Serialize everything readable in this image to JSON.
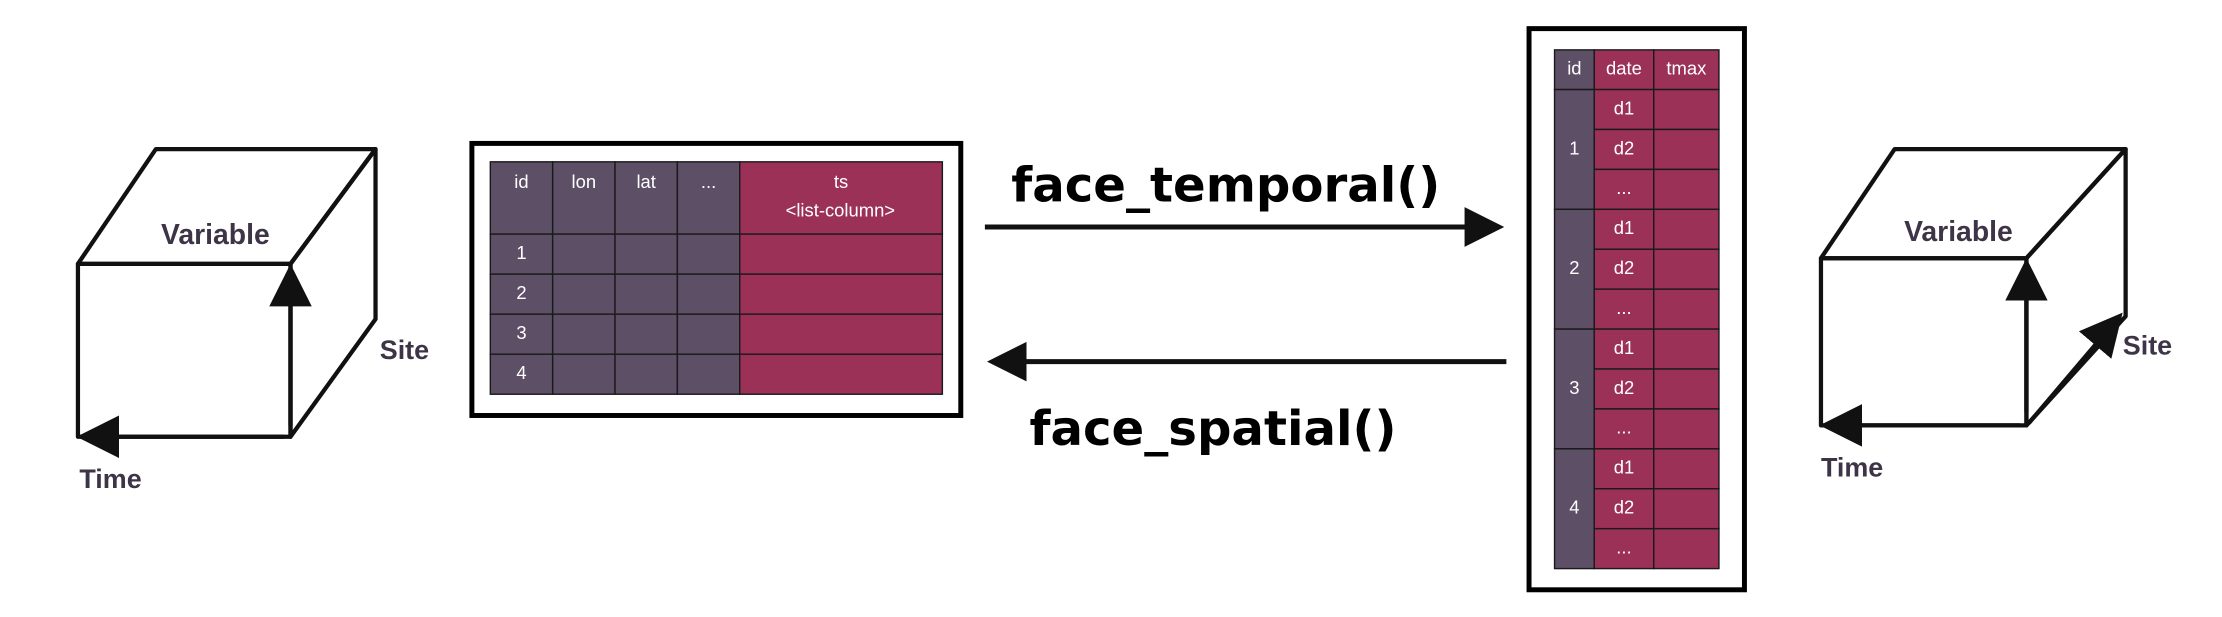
{
  "colors": {
    "meta": "#5c4f66",
    "ts": "#9b3157",
    "face": "#6e2335",
    "label": "#3d3547"
  },
  "left_cube": {
    "top_label": "Variable",
    "side_label": "Site",
    "bottom_label": "Time"
  },
  "right_cube": {
    "top_label": "Variable",
    "side_label": "Site",
    "bottom_label": "Time"
  },
  "spatial_table": {
    "columns": [
      "id",
      "lon",
      "lat",
      "...",
      "ts"
    ],
    "ts_subtitle": "<list-column>",
    "rows": [
      "1",
      "2",
      "3",
      "4"
    ]
  },
  "temporal_table": {
    "columns": [
      "id",
      "date",
      "tmax"
    ],
    "groups": [
      {
        "id": "1",
        "dates": [
          "d1",
          "d2",
          "..."
        ]
      },
      {
        "id": "2",
        "dates": [
          "d1",
          "d2",
          "..."
        ]
      },
      {
        "id": "3",
        "dates": [
          "d1",
          "d2",
          "..."
        ]
      },
      {
        "id": "4",
        "dates": [
          "d1",
          "d2",
          "..."
        ]
      }
    ]
  },
  "arrows": {
    "to_temporal": "face_temporal()",
    "to_spatial": "face_spatial()"
  }
}
